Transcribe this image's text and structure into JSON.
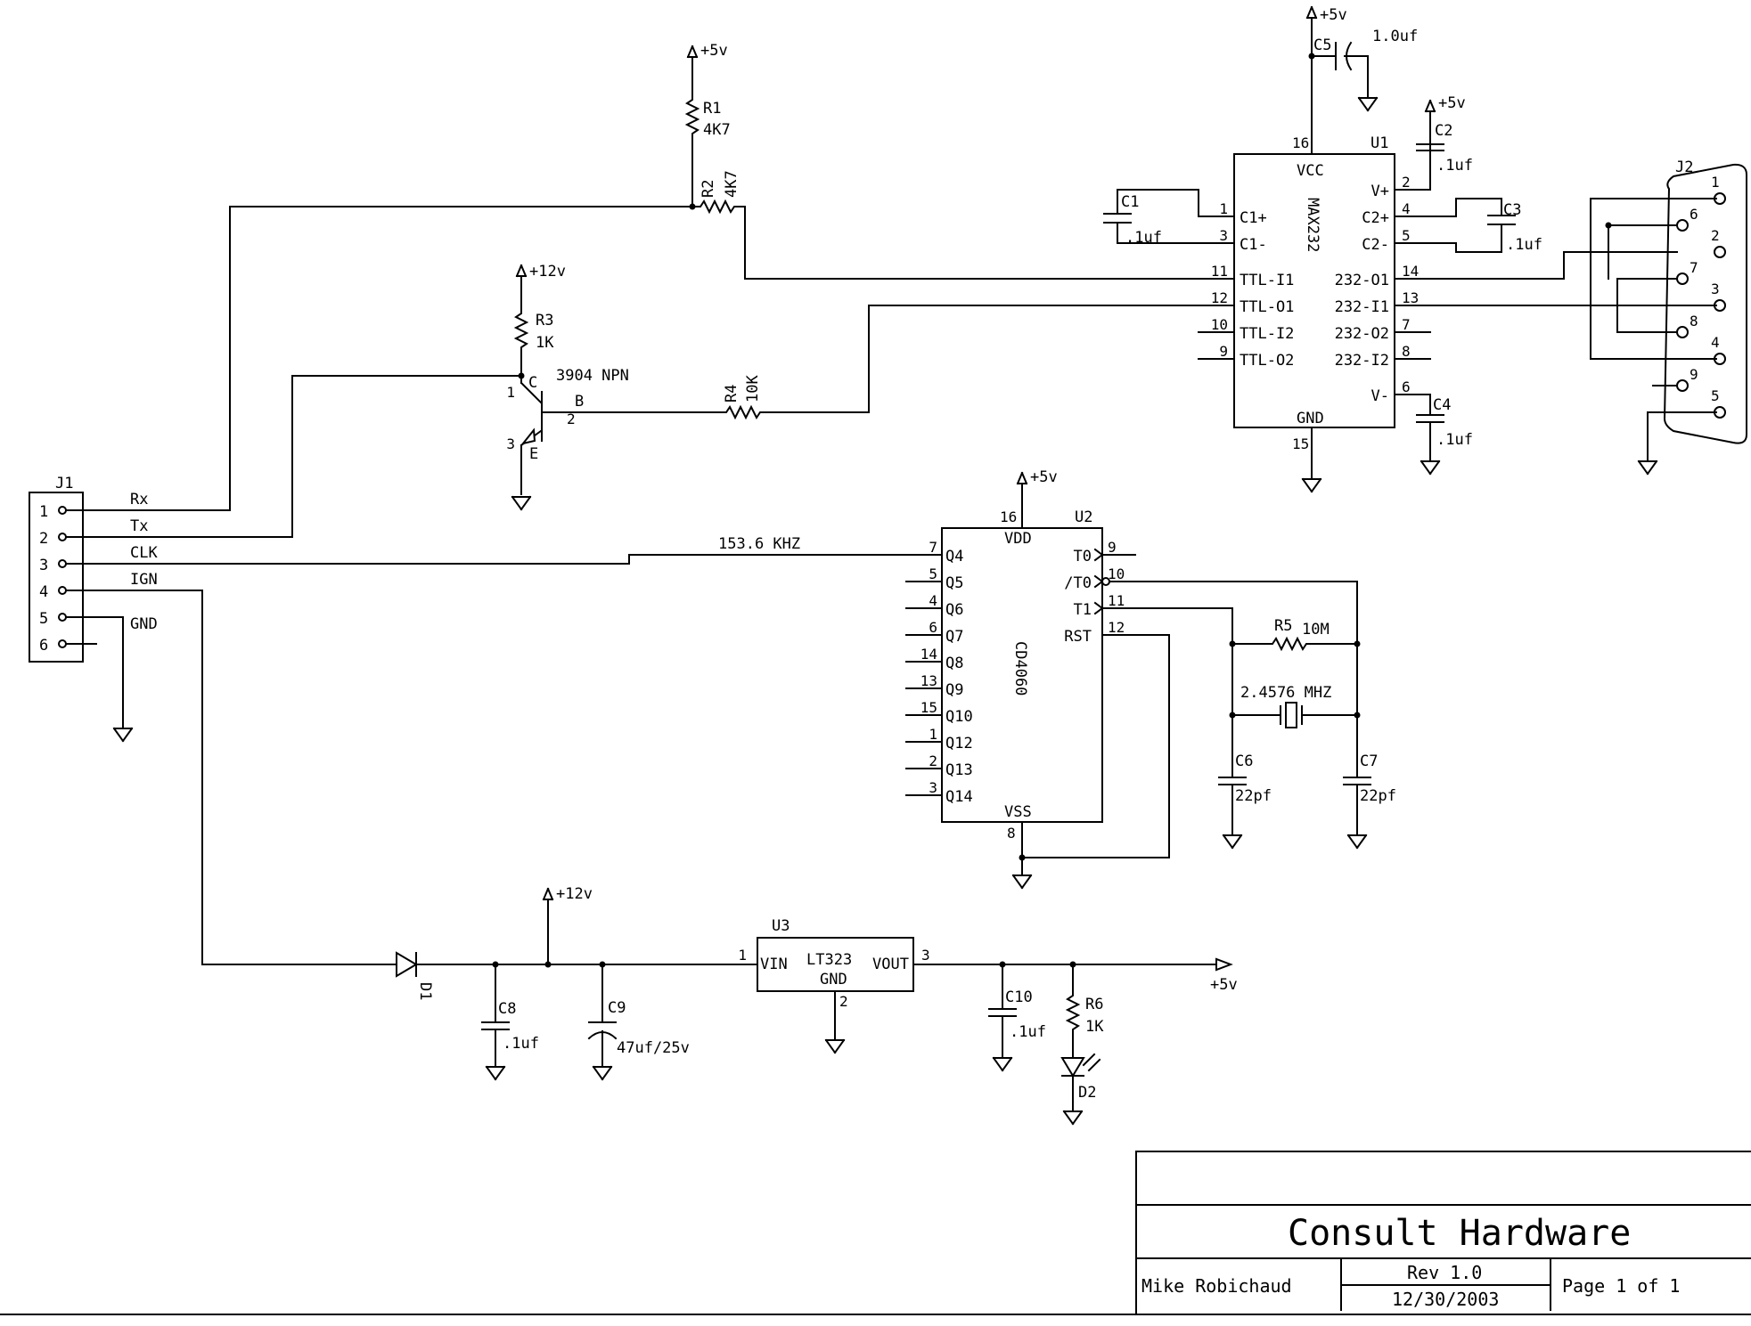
{
  "supplies": {
    "plus5v": "+5v",
    "plus12v": "+12v"
  },
  "resistors": {
    "r1": {
      "ref": "R1",
      "value": "4K7"
    },
    "r2": {
      "ref": "R2",
      "value": "4K7"
    },
    "r3": {
      "ref": "R3",
      "value": "1K"
    },
    "r4": {
      "ref": "R4",
      "value": "10K"
    },
    "r5": {
      "ref": "R5",
      "value": "10M"
    },
    "r6": {
      "ref": "R6",
      "value": "1K"
    }
  },
  "capacitors": {
    "c1": {
      "ref": "C1",
      "value": ".1uf"
    },
    "c2": {
      "ref": "C2",
      "value": ".1uf"
    },
    "c3": {
      "ref": "C3",
      "value": ".1uf"
    },
    "c4": {
      "ref": "C4",
      "value": ".1uf"
    },
    "c5": {
      "ref": "C5",
      "value": "1.0uf"
    },
    "c6": {
      "ref": "C6",
      "value": "22pf"
    },
    "c7": {
      "ref": "C7",
      "value": "22pf"
    },
    "c8": {
      "ref": "C8",
      "value": ".1uf"
    },
    "c9": {
      "ref": "C9",
      "value": "47uf/25v"
    },
    "c10": {
      "ref": "C10",
      "value": ".1uf"
    }
  },
  "transistor": {
    "part": "3904 NPN",
    "c": "C",
    "b": "B",
    "e": "E",
    "pin1": "1",
    "pin2": "2",
    "pin3": "3"
  },
  "diodes": {
    "d1": "D1",
    "d2": "D2"
  },
  "crystal": {
    "freq": "2.4576 MHZ"
  },
  "nets": {
    "clk_freq": "153.6 KHZ"
  },
  "j1": {
    "ref": "J1",
    "pins": [
      "1",
      "2",
      "3",
      "4",
      "5",
      "6"
    ],
    "labels": [
      "Rx",
      "Tx",
      "CLK",
      "IGN",
      "GND"
    ]
  },
  "j2": {
    "ref": "J2",
    "pins": [
      "1",
      "6",
      "2",
      "7",
      "3",
      "8",
      "4",
      "9",
      "5"
    ]
  },
  "u1": {
    "ref": "U1",
    "part": "MAX232",
    "vcc": "VCC",
    "gnd": "GND",
    "vcc_pin": "16",
    "gnd_pin": "15",
    "left_pins": [
      {
        "num": "1",
        "name": "C1+"
      },
      {
        "num": "3",
        "name": "C1-"
      },
      {
        "num": "11",
        "name": "TTL-I1"
      },
      {
        "num": "12",
        "name": "TTL-O1"
      },
      {
        "num": "10",
        "name": "TTL-I2"
      },
      {
        "num": "9",
        "name": "TTL-O2"
      }
    ],
    "right_pins": [
      {
        "num": "2",
        "name": "V+"
      },
      {
        "num": "4",
        "name": "C2+"
      },
      {
        "num": "5",
        "name": "C2-"
      },
      {
        "num": "14",
        "name": "232-O1"
      },
      {
        "num": "13",
        "name": "232-I1"
      },
      {
        "num": "7",
        "name": "232-O2"
      },
      {
        "num": "8",
        "name": "232-I2"
      },
      {
        "num": "6",
        "name": "V-"
      }
    ]
  },
  "u2": {
    "ref": "U2",
    "part": "CD4060",
    "vdd": "VDD",
    "vss": "VSS",
    "vdd_pin": "16",
    "vss_pin": "8",
    "left_pins": [
      {
        "num": "7",
        "name": "Q4"
      },
      {
        "num": "5",
        "name": "Q5"
      },
      {
        "num": "4",
        "name": "Q6"
      },
      {
        "num": "6",
        "name": "Q7"
      },
      {
        "num": "14",
        "name": "Q8"
      },
      {
        "num": "13",
        "name": "Q9"
      },
      {
        "num": "15",
        "name": "Q10"
      },
      {
        "num": "1",
        "name": "Q12"
      },
      {
        "num": "2",
        "name": "Q13"
      },
      {
        "num": "3",
        "name": "Q14"
      }
    ],
    "right_pins": [
      {
        "num": "9",
        "name": "T0"
      },
      {
        "num": "10",
        "name": "/T0"
      },
      {
        "num": "11",
        "name": "T1"
      },
      {
        "num": "12",
        "name": "RST"
      }
    ]
  },
  "u3": {
    "ref": "U3",
    "part": "LT323",
    "vin": "VIN",
    "vout": "VOUT",
    "gnd": "GND",
    "pin1": "1",
    "pin2": "2",
    "pin3": "3"
  },
  "title_block": {
    "title": "Consult Hardware",
    "author": "Mike Robichaud",
    "rev": "Rev 1.0",
    "date": "12/30/2003",
    "page": "Page 1 of 1"
  }
}
